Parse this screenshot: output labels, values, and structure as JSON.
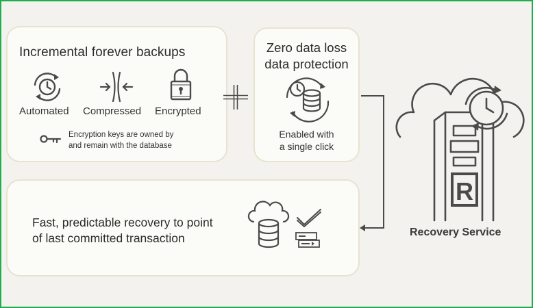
{
  "backups": {
    "title": "Incremental forever backups",
    "labels": [
      "Automated",
      "Compressed",
      "Encrypted"
    ],
    "note_line1": "Encryption keys are owned by",
    "note_line2": "and remain with the database"
  },
  "zero": {
    "title_line1": "Zero data loss",
    "title_line2": "data protection",
    "sub_line1": "Enabled with",
    "sub_line2": "a single click"
  },
  "recovery": {
    "line1": "Fast, predictable recovery to point",
    "line2": "of last committed transaction"
  },
  "service": {
    "label": "Recovery Service",
    "badge_letter": "R"
  },
  "colors": {
    "frame": "#1fae4b",
    "card_border": "#e8e3cf",
    "icon": "#4a4a4a"
  }
}
